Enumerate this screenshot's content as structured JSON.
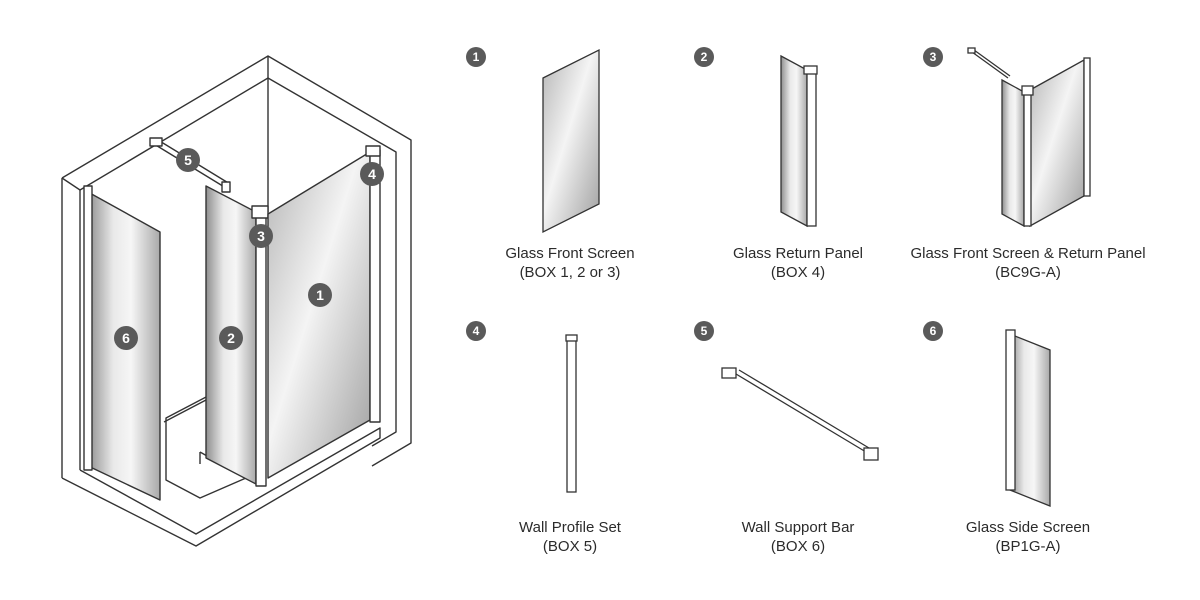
{
  "colors": {
    "badge": "#5a5a5a",
    "line": "#333333",
    "glass_light": "#f3f3f3",
    "glass_mid": "#cfcfcf",
    "glass_dark": "#9a9a9a"
  },
  "assembly": {
    "callouts": [
      "1",
      "2",
      "3",
      "4",
      "5",
      "6"
    ]
  },
  "components": [
    {
      "number": "1",
      "name": "Glass Front Screen",
      "code": "(BOX 1, 2 or 3)",
      "icon": "glass-front-screen"
    },
    {
      "number": "2",
      "name": "Glass Return Panel",
      "code": "(BOX 4)",
      "icon": "glass-return-panel"
    },
    {
      "number": "3",
      "name": "Glass Front Screen & Return Panel",
      "code": "(BC9G-A)",
      "icon": "glass-front-return-panel"
    },
    {
      "number": "4",
      "name": "Wall Profile Set",
      "code": "(BOX 5)",
      "icon": "wall-profile-set"
    },
    {
      "number": "5",
      "name": "Wall Support Bar",
      "code": "(BOX 6)",
      "icon": "wall-support-bar"
    },
    {
      "number": "6",
      "name": "Glass Side Screen",
      "code": "(BP1G-A)",
      "icon": "glass-side-screen"
    }
  ]
}
